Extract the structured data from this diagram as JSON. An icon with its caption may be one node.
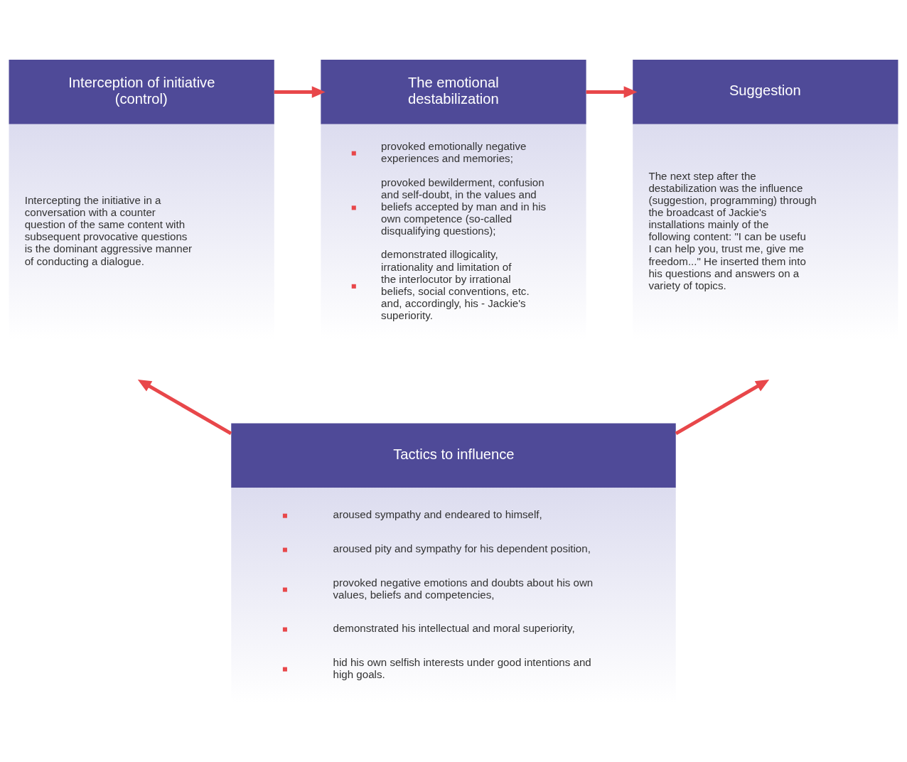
{
  "diagram": {
    "nodes": [
      {
        "text": [
          "Interception of initiative (control)",
          "Intercepting the initiative in a conversation with a counter question of the same content with subsequent provocative questions is the dominant aggressive manner of conducting a dialogue."
        ]
      },
      {
        "text": [
          "The emotional destabilization",
          "provoked emotionally negative experiences and memories;",
          "provoked bewilderment, confusion and self-doubt, in the values and beliefs accepted by man and in his own competence (so-called disqualifying questions);",
          "demonstrated illogicality, irrationality and limitation of the interlocutor by irrational beliefs, social conventions, etc. and, accordingly, his - Jackie's superiority."
        ]
      },
      {
        "text": [
          "Suggestion",
          "The next step after the destabilization was the influence (suggestion, programming) through the broadcast of Jackie's installations mainly of the following content: \"I can be usefu I can help you, trust me, give me freedom...\" He inserted them into his questions and answers on a variety of topics."
        ]
      },
      {
        "text": [
          "Tactics to influence",
          "aroused sympathy and endeared to himself,",
          "aroused pity and sympathy for his dependent position,",
          "provoked negative emotions and doubts about his own values, beliefs and competencies,",
          "demonstrated his intellectual and moral superiority,",
          "hid his own selfish interests under good intentions and high goals."
        ]
      }
    ],
    "edges": [
      {
        "from": 0,
        "to": 1,
        "arrow": "to"
      },
      {
        "from": 1,
        "to": 2,
        "arrow": "to"
      },
      {
        "from": 3,
        "to": null,
        "arrow": "to"
      },
      {
        "from": 3,
        "to": null,
        "arrow": "to"
      }
    ]
  }
}
